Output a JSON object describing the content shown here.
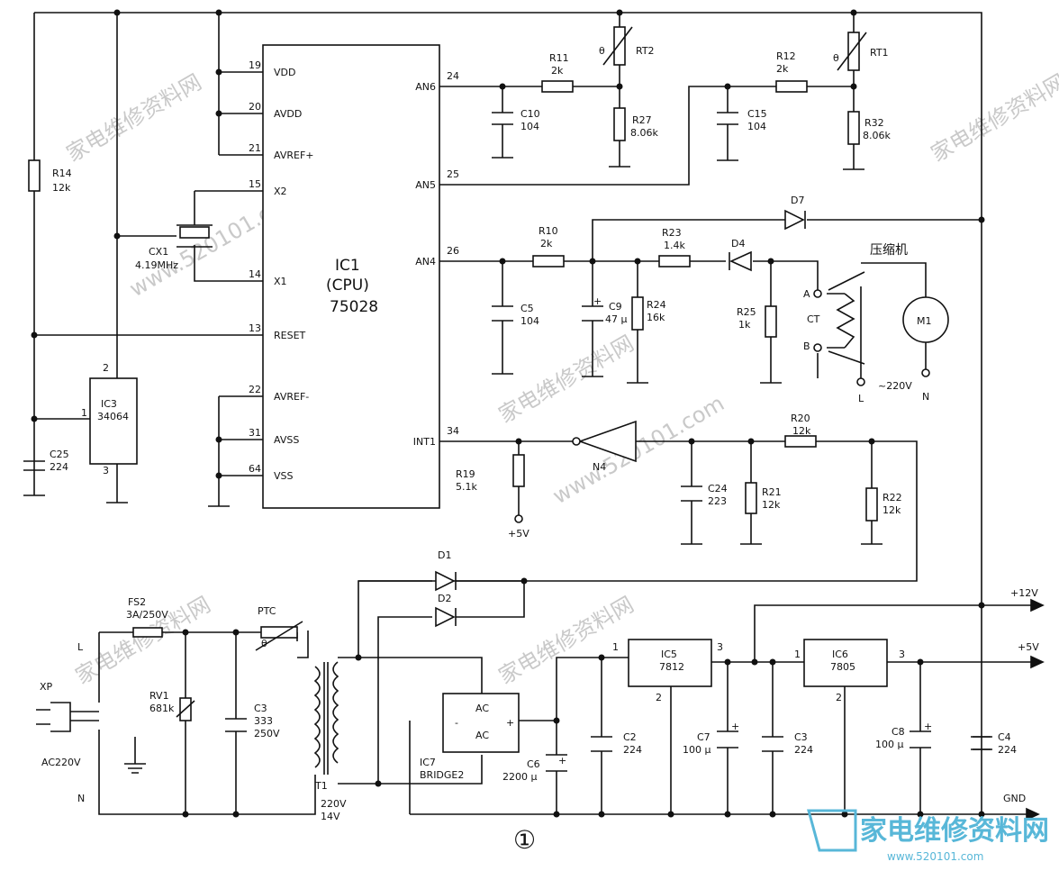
{
  "ic1": {
    "name": "IC1",
    "sub": "(CPU)",
    "model": "75028",
    "left_pins": [
      {
        "num": "19",
        "name": "VDD"
      },
      {
        "num": "20",
        "name": "AVDD"
      },
      {
        "num": "21",
        "name": "AVREF+"
      },
      {
        "num": "15",
        "name": "X2"
      },
      {
        "num": "14",
        "name": "X1"
      },
      {
        "num": "13",
        "name": "RESET"
      },
      {
        "num": "22",
        "name": "AVREF-"
      },
      {
        "num": "31",
        "name": "AVSS"
      },
      {
        "num": "64",
        "name": "VSS"
      }
    ],
    "right_pins": [
      {
        "num": "24",
        "name": "AN6"
      },
      {
        "num": "25",
        "name": "AN5"
      },
      {
        "num": "26",
        "name": "AN4"
      },
      {
        "num": "34",
        "name": "INT1"
      }
    ]
  },
  "components": {
    "r14": {
      "ref": "R14",
      "val": "12k"
    },
    "cx1": {
      "ref": "CX1",
      "val": "4.19MHz"
    },
    "ic3": {
      "ref": "IC3",
      "val": "34064",
      "pin1": "1",
      "pin2": "2",
      "pin3": "3"
    },
    "c25": {
      "ref": "C25",
      "val": "224"
    },
    "r11": {
      "ref": "R11",
      "val": "2k"
    },
    "rt2": {
      "ref": "RT2",
      "theta": "θ"
    },
    "r27": {
      "ref": "R27",
      "val": "8.06k"
    },
    "c10": {
      "ref": "C10",
      "val": "104"
    },
    "r12": {
      "ref": "R12",
      "val": "2k"
    },
    "rt1": {
      "ref": "RT1",
      "theta": "θ"
    },
    "r32": {
      "ref": "R32",
      "val": "8.06k"
    },
    "c15": {
      "ref": "C15",
      "val": "104"
    },
    "d7": {
      "ref": "D7"
    },
    "r10": {
      "ref": "R10",
      "val": "2k"
    },
    "r23": {
      "ref": "R23",
      "val": "1.4k"
    },
    "d4": {
      "ref": "D4"
    },
    "c5": {
      "ref": "C5",
      "val": "104"
    },
    "c9": {
      "ref": "C9",
      "val": "47 μ",
      "plus": "+"
    },
    "r24": {
      "ref": "R24",
      "val": "16k"
    },
    "r25": {
      "ref": "R25",
      "val": "1k"
    },
    "ct": {
      "ref": "CT",
      "a": "A",
      "b": "B"
    },
    "compressor": {
      "title": "压缩机",
      "motor": "M1",
      "l": "L",
      "n": "N",
      "supply": "~220V"
    },
    "r19": {
      "ref": "R19",
      "val": "5.1k",
      "supply": "+5V"
    },
    "n4": {
      "ref": "N4"
    },
    "r20": {
      "ref": "R20",
      "val": "12k"
    },
    "c24": {
      "ref": "C24",
      "val": "223"
    },
    "r21": {
      "ref": "R21",
      "val": "12k"
    },
    "r22": {
      "ref": "R22",
      "val": "12k"
    },
    "d1": {
      "ref": "D1"
    },
    "d2": {
      "ref": "D2"
    },
    "fs2": {
      "ref": "FS2",
      "val": "3A/250V"
    },
    "ptc": {
      "ref": "PTC",
      "theta": "θ"
    },
    "xp": {
      "ref": "XP",
      "l": "L",
      "n": "N",
      "val": "AC220V"
    },
    "rv1": {
      "ref": "RV1",
      "val": "681k"
    },
    "c3a": {
      "ref": "C3",
      "val": "333",
      "val2": "250V"
    },
    "t1": {
      "ref": "T1",
      "val": "220V",
      "val2": "14V"
    },
    "ic7": {
      "ref": "IC7",
      "val": "BRIDGE2",
      "ac": "AC",
      "minus": "-",
      "plus": "+"
    },
    "c6": {
      "ref": "C6",
      "val": "2200 μ",
      "plus": "+"
    },
    "c2": {
      "ref": "C2",
      "val": "224"
    },
    "ic5": {
      "ref": "IC5",
      "val": "7812",
      "pin1": "1",
      "pin2": "2",
      "pin3": "3"
    },
    "c7": {
      "ref": "C7",
      "val": "100 μ",
      "plus": "+"
    },
    "c3b": {
      "ref": "C3",
      "val": "224"
    },
    "ic6": {
      "ref": "IC6",
      "val": "7805",
      "pin1": "1",
      "pin2": "2",
      "pin3": "3"
    },
    "c8": {
      "ref": "C8",
      "val": "100 μ",
      "plus": "+"
    },
    "c4": {
      "ref": "C4",
      "val": "224"
    }
  },
  "rails": {
    "v12": "+12V",
    "v5": "+5V",
    "gnd": "GND"
  },
  "figure_no": "①",
  "watermark": {
    "logo": "家电维修资料网",
    "site": "www.520101.com",
    "mark": "家电维修资料网",
    "url": "www.520101.com"
  },
  "colors": {
    "ink": "#111111",
    "watermark": "#c9c9c9",
    "logo": "#58b7d8"
  }
}
